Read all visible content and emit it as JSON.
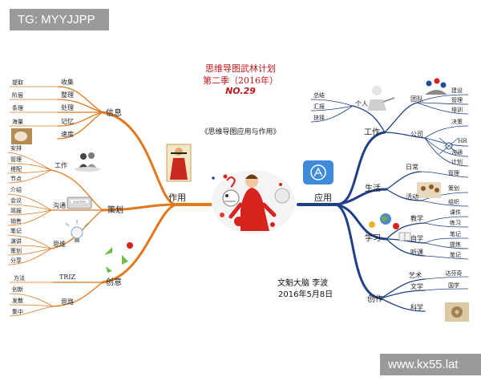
{
  "watermarks": {
    "top_left": "TG: MYYJJPP",
    "bottom_right": "www.kx55.lat"
  },
  "title": {
    "line1": "思维导图武林计划",
    "line2": "第二季（2016年）",
    "line3": "NO.29"
  },
  "subtitle": "《思维导图应用与作用》",
  "author": {
    "line1": "文魁大脑 李波",
    "line2": "2016年5月8日"
  },
  "left": {
    "hub": "作用",
    "info": {
      "label": "信息",
      "children": [
        {
          "label": "收集",
          "leaf": "提取"
        },
        {
          "label": "整理",
          "leaf": "阶层"
        },
        {
          "label": "处理",
          "leaf": "条理"
        },
        {
          "label": "记忆",
          "leaf": "海量"
        },
        {
          "label": "速度",
          "leaf": ""
        }
      ]
    },
    "plan": {
      "label": "策划",
      "children": [
        {
          "label": "工作",
          "leaves": [
            "安排",
            "管理",
            "搭配",
            "节点"
          ]
        },
        {
          "label": "沟通",
          "leaves": [
            "介绍",
            "会议",
            "简报",
            "销售"
          ]
        },
        {
          "label": "思维",
          "leaves": [
            "笔记",
            "演讲",
            "策划",
            "分享"
          ]
        }
      ],
      "badge": "SOLUTION"
    },
    "create": {
      "label": "创意",
      "children": [
        {
          "label": "TRIZ",
          "leaves": [
            "方法"
          ]
        },
        {
          "label": "思路",
          "leaves": [
            "创新",
            "发散",
            "集中"
          ]
        }
      ]
    }
  },
  "right": {
    "hub": "应用",
    "work": {
      "label": "工作",
      "children": [
        {
          "label": "个人",
          "leaves": [
            "总结",
            "汇报",
            "抉择"
          ]
        },
        {
          "label": "团队",
          "leaves": [
            "建设",
            "管理",
            "培训"
          ]
        },
        {
          "label": "公司",
          "leaves": [
            "决策",
            "HR",
            "沟通",
            "计划"
          ]
        }
      ]
    },
    "life": {
      "label": "生活",
      "children": [
        {
          "label": "日常",
          "leaves": [
            "管理"
          ]
        },
        {
          "label": "活动",
          "leaves": [
            "策划",
            "组织"
          ]
        }
      ]
    },
    "study": {
      "label": "学习",
      "children": [
        {
          "label": "教学",
          "leaves": [
            "课件",
            "练习"
          ]
        },
        {
          "label": "自学",
          "leaves": [
            "笔记",
            "提炼"
          ]
        },
        {
          "label": "听课",
          "leaves": [
            "笔记"
          ]
        }
      ]
    },
    "make": {
      "label": "创作",
      "children": [
        {
          "label": "艺术",
          "leaves": [
            "达芬奇"
          ]
        },
        {
          "label": "文学",
          "leaves": [
            "国学"
          ]
        },
        {
          "label": "科学",
          "leaves": []
        }
      ]
    }
  },
  "colors": {
    "left_branch": "#e0781c",
    "right_branch": "#1f3f86",
    "title_red": "#c0171b"
  },
  "icons": [
    "judge-figure-icon",
    "team-people-icon",
    "app-store-icon",
    "child-learning-icon",
    "lightbulb-icon",
    "recycle-icon",
    "globe-icon",
    "sun-icon",
    "book-icon",
    "gear-head-icon"
  ]
}
